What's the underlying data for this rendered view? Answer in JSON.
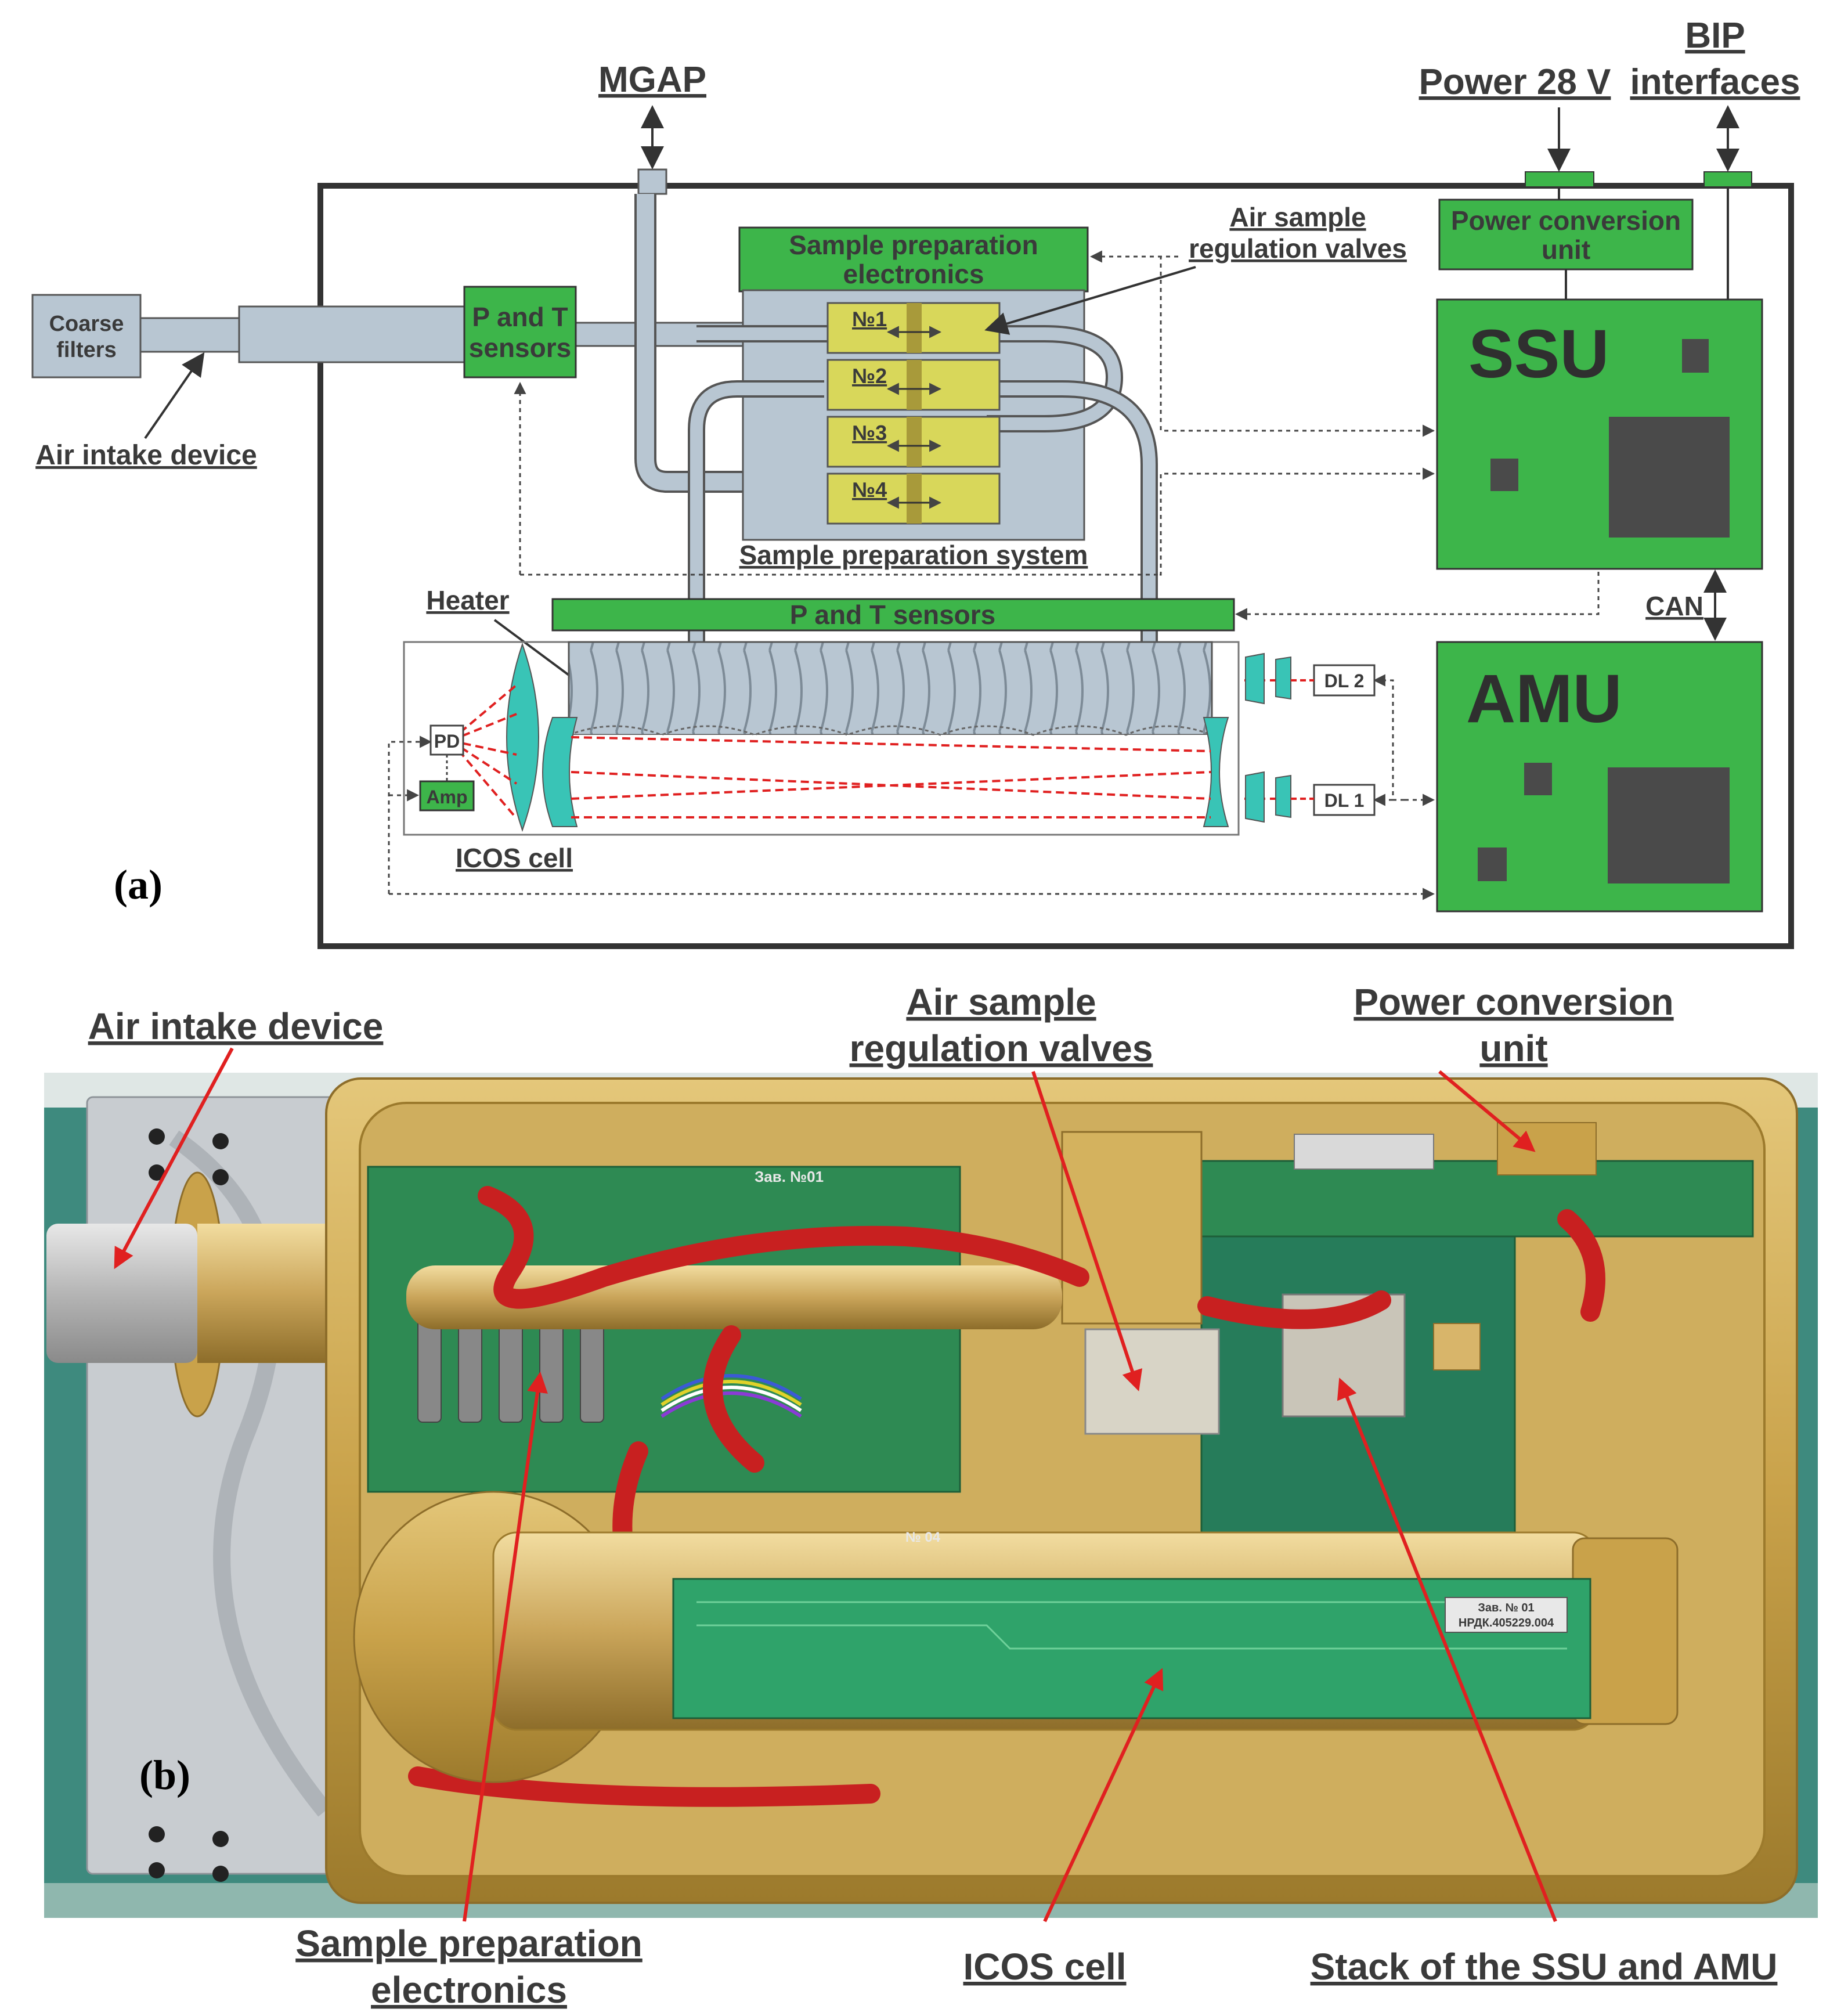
{
  "panel_a": {
    "letter": "(a)",
    "mgap": "MGAP",
    "power_28v": "Power 28 V",
    "bip_interfaces_1": "BIP",
    "bip_interfaces_2": "interfaces",
    "coarse_filters_1": "Coarse",
    "coarse_filters_2": "filters",
    "air_intake_device": "Air intake device",
    "pt_sensors_top_1": "P and T",
    "pt_sensors_top_2": "sensors",
    "sample_prep_electronics_1": "Sample preparation",
    "sample_prep_electronics_2": "electronics",
    "air_sample_valves_1": "Air sample",
    "air_sample_valves_2": "regulation valves",
    "valves": [
      "№1",
      "№2",
      "№3",
      "№4"
    ],
    "sample_prep_system": "Sample preparation system",
    "power_conversion_unit_1": "Power conversion",
    "power_conversion_unit_2": "unit",
    "ssu": "SSU",
    "amu": "AMU",
    "can": "CAN",
    "heater": "Heater",
    "pt_sensors_bottom": "P and T sensors",
    "pd": "PD",
    "amp": "Amp",
    "dl2": "DL 2",
    "dl1": "DL 1",
    "icos_cell": "ICOS cell"
  },
  "panel_b": {
    "letter": "(b)",
    "air_intake_device": "Air intake device",
    "air_sample_valves_1": "Air sample",
    "air_sample_valves_2": "regulation valves",
    "power_conversion_unit_1": "Power conversion",
    "power_conversion_unit_2": "unit",
    "sample_prep_electronics_1": "Sample preparation",
    "sample_prep_electronics_2": "electronics",
    "icos_cell": "ICOS cell",
    "stack_ssu_amu": "Stack of the SSU and AMU",
    "board_label_1": "Зав. №01",
    "board_label_2": "Зав. № 01",
    "board_label_3": "НРДК.405229.004",
    "board_label_4": "№ 04"
  },
  "colors": {
    "green": "#3db54a",
    "valve_yellow": "#d8d75a",
    "duct_gray": "#b8c6d2",
    "teal": "#39c4b6",
    "red_arrow": "#e02020",
    "chip": "#4a4a4a",
    "gold": "#c9a24a"
  }
}
